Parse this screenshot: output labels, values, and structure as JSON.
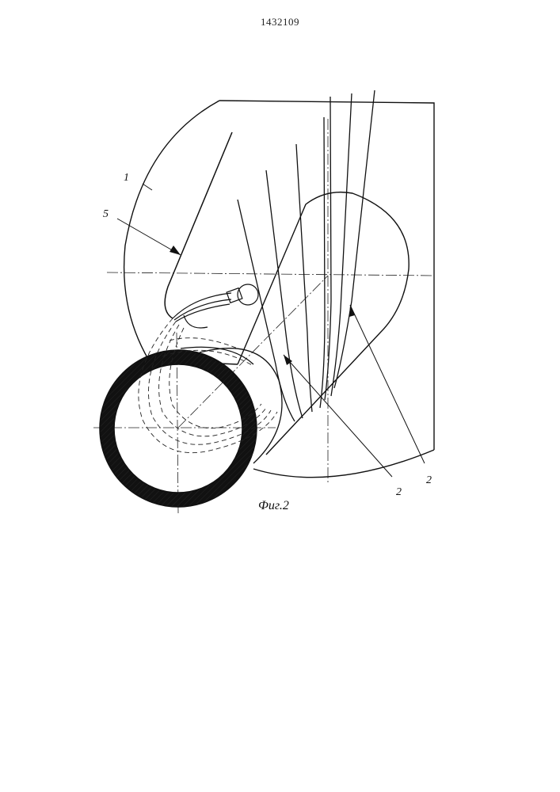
{
  "document": {
    "number": "1432109"
  },
  "figure": {
    "caption": "Фиг.2",
    "callouts": [
      "1",
      "5",
      "2",
      "2"
    ]
  }
}
